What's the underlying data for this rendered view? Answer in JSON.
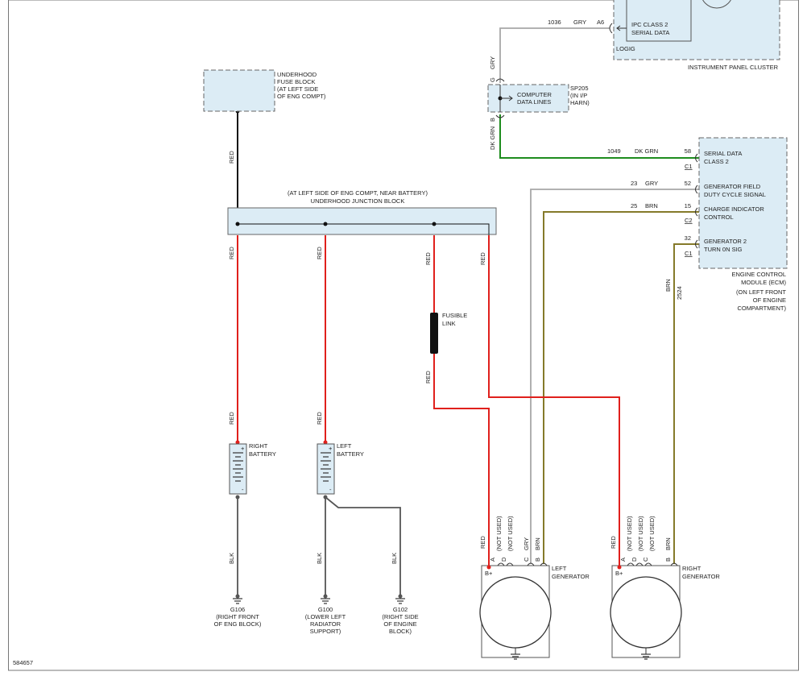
{
  "figure_id": "584657",
  "colors": {
    "red": "#e0201c",
    "green": "#1e8c1e",
    "gray": "#a8a8a8",
    "brown": "#857a2a",
    "black": "#111111",
    "blk_ground": "#555555",
    "box_fill": "#dcecf5",
    "box_border": "#666666"
  },
  "ipc": {
    "label": "INSTRUMENT PANEL CLUSTER",
    "inner_line1": "IPC CLASS 2",
    "inner_line2": "SERIAL DATA",
    "logic": "LOGIG",
    "pin": "A6",
    "circuit": "1036",
    "wire_color": "GRY"
  },
  "splice": {
    "label_line1": "COMPUTER",
    "label_line2": "DATA LINES",
    "id": "SP205",
    "loc_line1": "(IN I/P",
    "loc_line2": "HARN)",
    "pin_g": "G",
    "pin_b": "B",
    "wire_top": "GRY",
    "wire_bottom": "DK GRN"
  },
  "ecm": {
    "label_line1": "ENGINE CONTROL",
    "label_line2": "MODULE (ECM)",
    "loc_line1": "(ON LEFT FRONT",
    "loc_line2": "OF ENGINE",
    "loc_line3": "COMPARTMENT)",
    "pins": [
      {
        "num": "58",
        "circuit": "1049",
        "color": "DK GRN",
        "name1": "SERIAL DATA",
        "name2": "CLASS 2",
        "conn": "C1"
      },
      {
        "num": "52",
        "circuit": "23",
        "color": "GRY",
        "name1": "GENERATOR FIELD",
        "name2": "DUTY CYCLE SIGNAL",
        "conn": ""
      },
      {
        "num": "15",
        "circuit": "25",
        "color": "BRN",
        "name1": "CHARGE INDICATOR",
        "name2": "CONTROL",
        "conn": "C2"
      },
      {
        "num": "32",
        "circuit": "",
        "color": "",
        "name1": "GENERATOR 2",
        "name2": "TURN 0N SIG",
        "conn": "C1"
      }
    ],
    "gen2_wire_color": "BRN",
    "gen2_circuit": "2524"
  },
  "fuse_block": {
    "line1": "UNDERHOOD",
    "line2": "FUSE BLOCK",
    "line3": "(AT LEFT SIDE",
    "line4": "OF ENG COMPT)",
    "wire": "RED"
  },
  "junction": {
    "line1": "(AT LEFT SIDE OF ENG COMPT, NEAR BATTERY)",
    "line2": "UNDERHOOD JUNCTION BLOCK"
  },
  "wires": {
    "red": "RED",
    "blk": "BLK"
  },
  "fusible_link": {
    "line1": "FUSIBLE",
    "line2": "LINK"
  },
  "batteries": {
    "right_line1": "RIGHT",
    "right_line2": "BATTERY",
    "left_line1": "LEFT",
    "left_line2": "BATTERY",
    "plus": "+",
    "minus": "-"
  },
  "grounds": {
    "g106": {
      "id": "G106",
      "line1": "(RIGHT FRONT",
      "line2": "OF ENG BLOCK)"
    },
    "g100": {
      "id": "G100",
      "line1": "(LOWER LEFT",
      "line2": "RADIATOR",
      "line3": "SUPPORT)"
    },
    "g102": {
      "id": "G102",
      "line1": "(RIGHT SIDE",
      "line2": "OF ENGINE",
      "line3": "BLOCK)"
    }
  },
  "generators": {
    "left_line1": "LEFT",
    "left_line2": "GENERATOR",
    "right_line1": "RIGHT",
    "right_line2": "GENERATOR",
    "bplus": "B+",
    "not_used": "(NOT USED)",
    "term_a": "A",
    "term_b": "B",
    "term_c": "C",
    "term_d": "D",
    "gry": "GRY",
    "brn": "BRN",
    "red": "RED"
  }
}
